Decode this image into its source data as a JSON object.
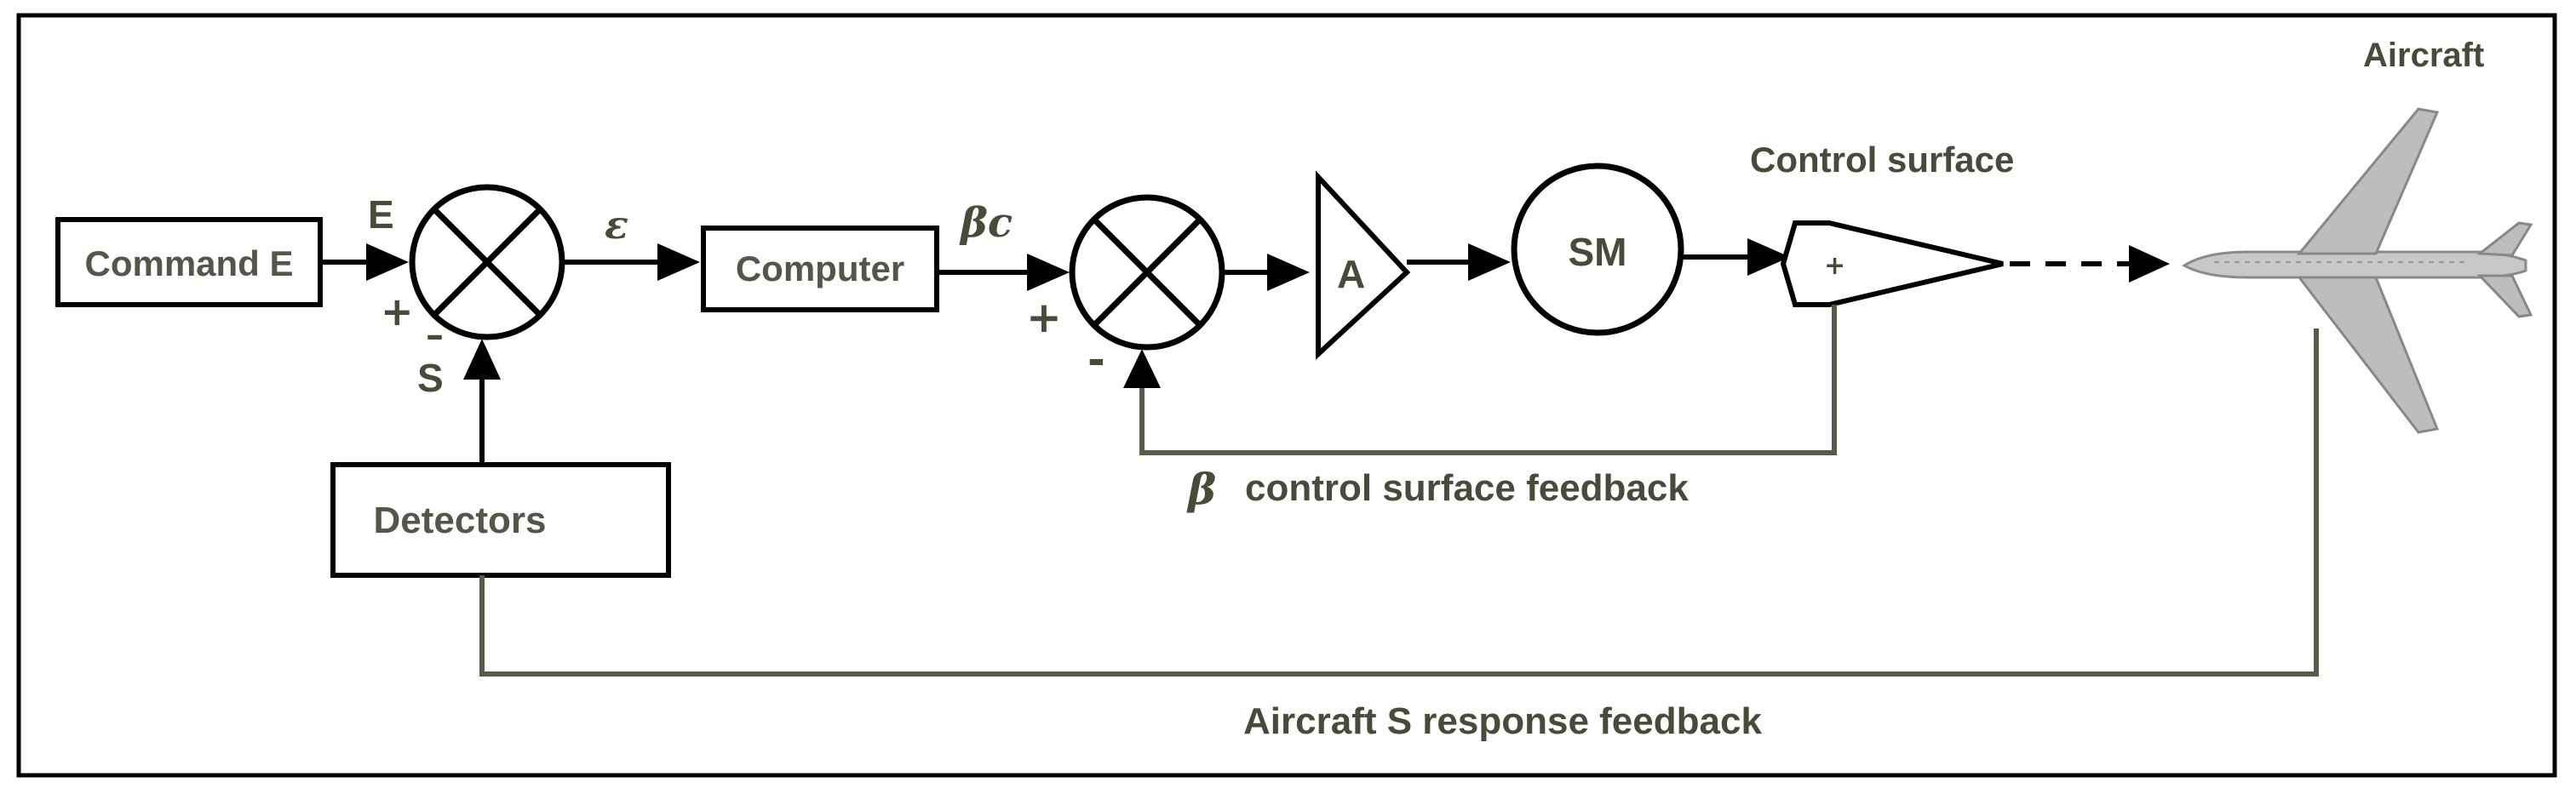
{
  "diagram": {
    "top_right_label": "Aircraft",
    "command_box": "Command E",
    "input_label": "E",
    "summer1_plus": "+",
    "summer1_minus": "S",
    "summer1_minus_bar": "–",
    "error_label": "ε",
    "computer_box": "Computer",
    "command_beta_label": "βc",
    "summer2_plus": "+",
    "summer2_minus": "-",
    "amplifier_label": "A",
    "servo_motor_label": "SM",
    "control_surface_label": "Control surface",
    "control_surface_sign": "+",
    "detectors_box": "Detectors",
    "beta_symbol": "β",
    "surface_feedback_label": "control surface feedback",
    "aircraft_feedback_label": "Aircraft S response feedback"
  },
  "colors": {
    "line": "#000000",
    "feedback_line": "#5a5a48",
    "label_text": "#4a4a3a",
    "aircraft_fill": "#c8c8c8"
  }
}
